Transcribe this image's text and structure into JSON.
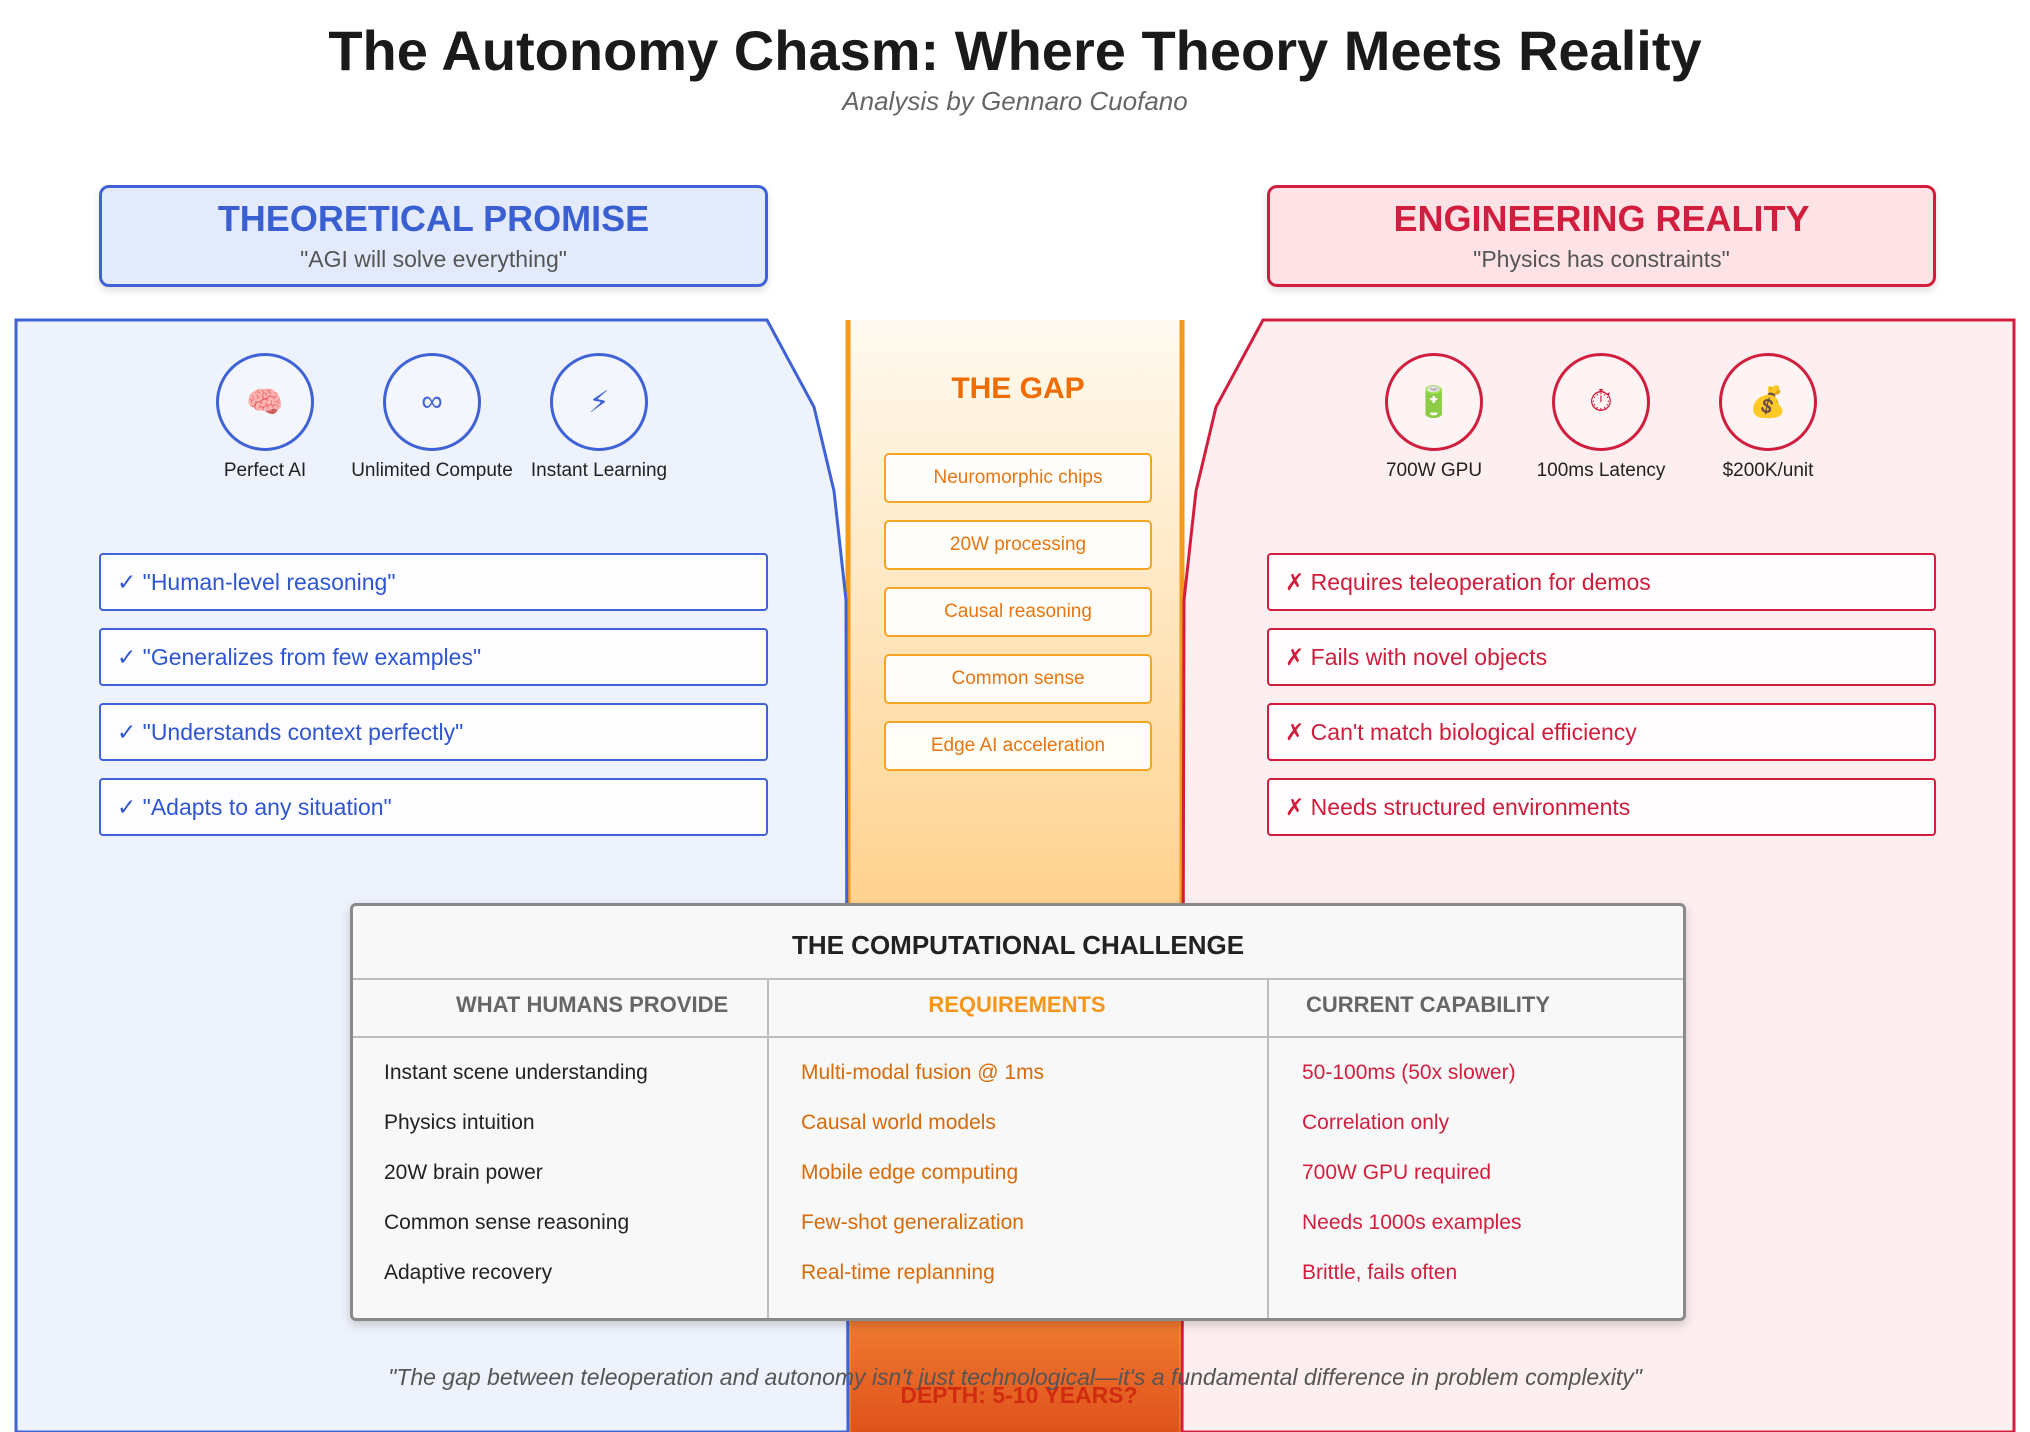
{
  "title": "The Autonomy Chasm: Where Theory Meets Reality",
  "subtitle": "Analysis by Gennaro Cuofano",
  "colors": {
    "promise_blue": "#3f63d6",
    "reality_red": "#d21e3e",
    "gap_orange": "#f5a524"
  },
  "promise": {
    "heading": "THEORETICAL PROMISE",
    "tagline": "\"AGI will solve everything\"",
    "icons": [
      {
        "icon": "brain-icon",
        "glyph": "🧠",
        "label": "Perfect AI"
      },
      {
        "icon": "infinity-icon",
        "glyph": "∞",
        "label": "Unlimited Compute"
      },
      {
        "icon": "lightning-icon",
        "glyph": "⚡",
        "label": "Instant Learning"
      }
    ],
    "claims": [
      "✓ \"Human-level reasoning\"",
      "✓ \"Generalizes from few examples\"",
      "✓ \"Understands context perfectly\"",
      "✓ \"Adapts to any situation\""
    ]
  },
  "reality": {
    "heading": "ENGINEERING REALITY",
    "tagline": "\"Physics has constraints\"",
    "icons": [
      {
        "icon": "battery-icon",
        "glyph": "🔋",
        "label": "700W GPU"
      },
      {
        "icon": "stopwatch-icon",
        "glyph": "⏱",
        "label": "100ms Latency"
      },
      {
        "icon": "money-bag-icon",
        "glyph": "💰",
        "label": "$200K/unit"
      }
    ],
    "claims": [
      "✗ Requires teleoperation for demos",
      "✗ Fails with novel objects",
      "✗ Can't match biological efficiency",
      "✗ Needs structured environments"
    ]
  },
  "gap": {
    "title": "THE GAP",
    "items": [
      "Neuromorphic chips",
      "20W processing",
      "Causal reasoning",
      "Common sense",
      "Edge AI acceleration"
    ],
    "depth_label": "DEPTH: 5-10 YEARS?"
  },
  "table": {
    "title": "THE COMPUTATIONAL CHALLENGE",
    "headers": [
      "WHAT HUMANS PROVIDE",
      "REQUIREMENTS",
      "CURRENT CAPABILITY"
    ],
    "rows": [
      [
        "Instant scene understanding",
        "Multi-modal fusion @ 1ms",
        "50-100ms (50x slower)"
      ],
      [
        "Physics intuition",
        "Causal world models",
        "Correlation only"
      ],
      [
        "20W brain power",
        "Mobile edge computing",
        "700W GPU required"
      ],
      [
        "Common sense reasoning",
        "Few-shot generalization",
        "Needs 1000s examples"
      ],
      [
        "Adaptive recovery",
        "Real-time replanning",
        "Brittle, fails often"
      ]
    ]
  },
  "quote": "\"The gap between teleoperation and autonomy isn't just technological—it's a fundamental difference in problem complexity\""
}
